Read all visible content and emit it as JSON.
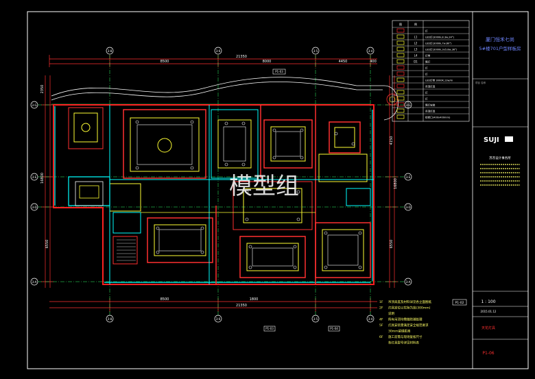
{
  "watermark": "模型组",
  "colors": {
    "background": "#000000",
    "wall": "#ff2020",
    "furniture": "#ffff33",
    "glass": "#00ffff",
    "grid": "#00ff66",
    "dim": "#ff4040",
    "title_text": "#5d7cff",
    "text": "#ffff66"
  },
  "grid_axes": {
    "top": [
      "3-8",
      "3-6",
      "3-5",
      "3-4"
    ],
    "bottom": [
      "3-8",
      "3-6",
      "3-5",
      "3-4"
    ],
    "left": [
      "3-G",
      "3-E",
      "3-D",
      "3-C",
      "3-A"
    ],
    "right": [
      "3-G",
      "3-E",
      "3-D",
      "3-C",
      "3-A"
    ]
  },
  "dimensions": {
    "top_total": "21350",
    "top_segments": [
      "8500",
      "8000",
      "4450",
      "400"
    ],
    "bottom_total": "21350",
    "bottom_segments": [
      "8500",
      "1800"
    ],
    "left_total": "16800",
    "left_segments": [
      "2350",
      "6550"
    ],
    "right_total": "16800",
    "right_segments": [
      "4150",
      "6550"
    ]
  },
  "legend": {
    "header": [
      "图",
      "例"
    ],
    "rows": [
      {
        "code": "",
        "desc": "灯"
      },
      {
        "code": "L1",
        "desc": "LED灯(3000k,8.3w,24°)"
      },
      {
        "code": "L2",
        "desc": "LED灯(3000k,7w,60°)"
      },
      {
        "code": "L3",
        "desc": "LED灯(3000k,3x5.8w,36°)"
      },
      {
        "code": "L4",
        "desc": "灯带"
      },
      {
        "code": "D1",
        "desc": "筒灯"
      },
      {
        "code": "",
        "desc": "灯"
      },
      {
        "code": "",
        "desc": "灯"
      },
      {
        "code": "",
        "desc": "LED灯带 3000K,13w/m"
      },
      {
        "code": "",
        "desc": "吊顶灯具"
      },
      {
        "code": "",
        "desc": "灯"
      },
      {
        "code": "",
        "desc": "灯"
      },
      {
        "code": "",
        "desc": "筒灯安装"
      },
      {
        "code": "",
        "desc": "吊顶灯具"
      },
      {
        "code": "",
        "desc": "检修口(400x400mm)"
      }
    ]
  },
  "notes": [
    {
      "num": "1F",
      "text": "吊顶高度及材料详见各立面图纸"
    },
    {
      "num": "2F",
      "text": "灯具定位以实际为准(300mm)"
    },
    {
      "num": "",
      "text": "说明"
    },
    {
      "num": "4F",
      "text": "所有吊顶均需做防潮处理"
    },
    {
      "num": "5F",
      "text": "灯具安装需满足安全规范要求"
    },
    {
      "num": "",
      "text": "30mm留缝距离"
    },
    {
      "num": "6F",
      "text": "施工前需与现场复核尺寸"
    },
    {
      "num": "",
      "text": "各灯具型号详见材料表"
    }
  ],
  "callouts": {
    "plan_mark": "P1-02",
    "tag_a": "P1-03",
    "tag_b": "P1-04"
  },
  "title_block": {
    "project_title_line1": "厦门恒禾七尚",
    "project_title_line2": "5#楼701户型样板房",
    "logo": "SUJI",
    "company": "苏杰设计事务所",
    "scale": "1 : 100",
    "date": "2015.01.12",
    "drawing_name": "天花灯具",
    "drawing_number": "P1-06",
    "small_label": "项目 名称"
  }
}
